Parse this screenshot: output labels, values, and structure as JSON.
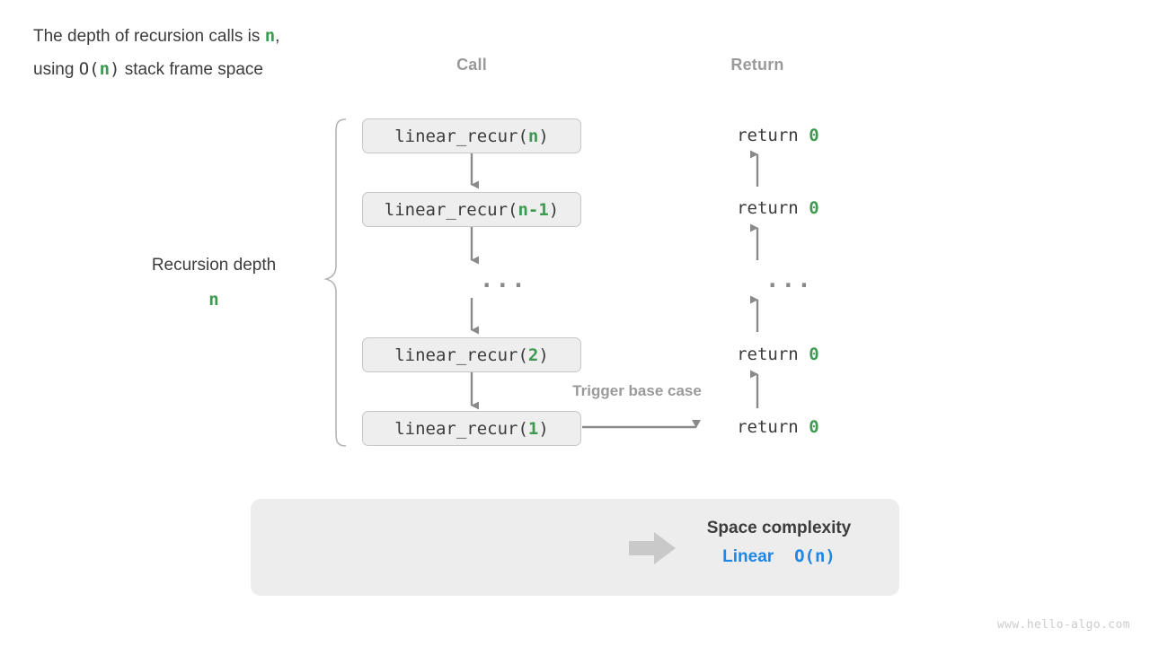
{
  "headers": {
    "call": "Call",
    "return": "Return"
  },
  "call_stack": [
    {
      "fn": "linear_recur(",
      "arg": "n",
      "close": ")"
    },
    {
      "fn": "linear_recur(",
      "arg": "n-1",
      "close": ")"
    },
    {
      "fn": "linear_recur(",
      "arg": "2",
      "close": ")"
    },
    {
      "fn": "linear_recur(",
      "arg": "1",
      "close": ")"
    }
  ],
  "returns": [
    {
      "keyword": "return ",
      "value": "0"
    },
    {
      "keyword": "return ",
      "value": "0"
    },
    {
      "keyword": "return ",
      "value": "0"
    },
    {
      "keyword": "return ",
      "value": "0"
    }
  ],
  "ellipsis": "...",
  "brace": {
    "label": "Recursion depth",
    "value": "n"
  },
  "annotation": {
    "trigger_base_case": "Trigger base case"
  },
  "summary": {
    "line1_pre": "The depth of recursion calls is ",
    "line1_var": "n",
    "line1_post": ",",
    "line2_pre": "using ",
    "line2_o": "O(",
    "line2_var": "n",
    "line2_o_close": ")",
    "line2_post": " stack frame space",
    "result_title": "Space complexity",
    "result_label": "Linear",
    "result_notation": "O(n)"
  },
  "watermark": "www.hello-algo.com",
  "colors": {
    "green": "#3e9a51",
    "blue": "#1e87e5",
    "gray_text": "#3c3c3c",
    "gray_muted": "#9a9a9a",
    "box_fill": "#eeeeee",
    "box_border": "#c6c6c6",
    "panel_fill": "#ededed",
    "arrow": "#8a8a8a"
  }
}
